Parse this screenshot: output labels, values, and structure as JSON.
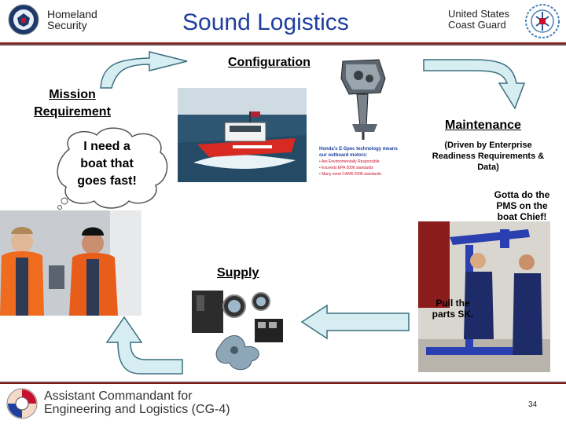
{
  "header": {
    "homeland_security": "Homeland Security",
    "title": "Sound Logistics",
    "coast_guard": "United States Coast Guard"
  },
  "diagram": {
    "configuration": "Configuration",
    "mission_requirement": "Mission Requirement",
    "bubble_text": "I need a boat that goes fast!",
    "maintenance": "Maintenance",
    "maintenance_note": "(Driven by Enterprise Readiness Requirements & Data)",
    "gotta_do": "Gotta do the PMS on the boat Chief!",
    "supply": "Supply",
    "pull_parts": "Pull the parts SK."
  },
  "honda_ad": {
    "headline": "Honda's E-Spec technology means our outboard motors:",
    "bullets": [
      "• Are Environmentally Responsible",
      "• Exceeds EPA 2006 standards",
      "• Many meet CARB 2008 standards"
    ]
  },
  "footer": {
    "cg4": "Assistant Commandant for Engineering and Logistics (CG-4)",
    "page_number": "34"
  },
  "colors": {
    "title_blue": "#1f3fa0",
    "arrow_fill": "#d6edf2",
    "arrow_stroke": "#3b6f7f",
    "rule_red": "#8b0000"
  }
}
